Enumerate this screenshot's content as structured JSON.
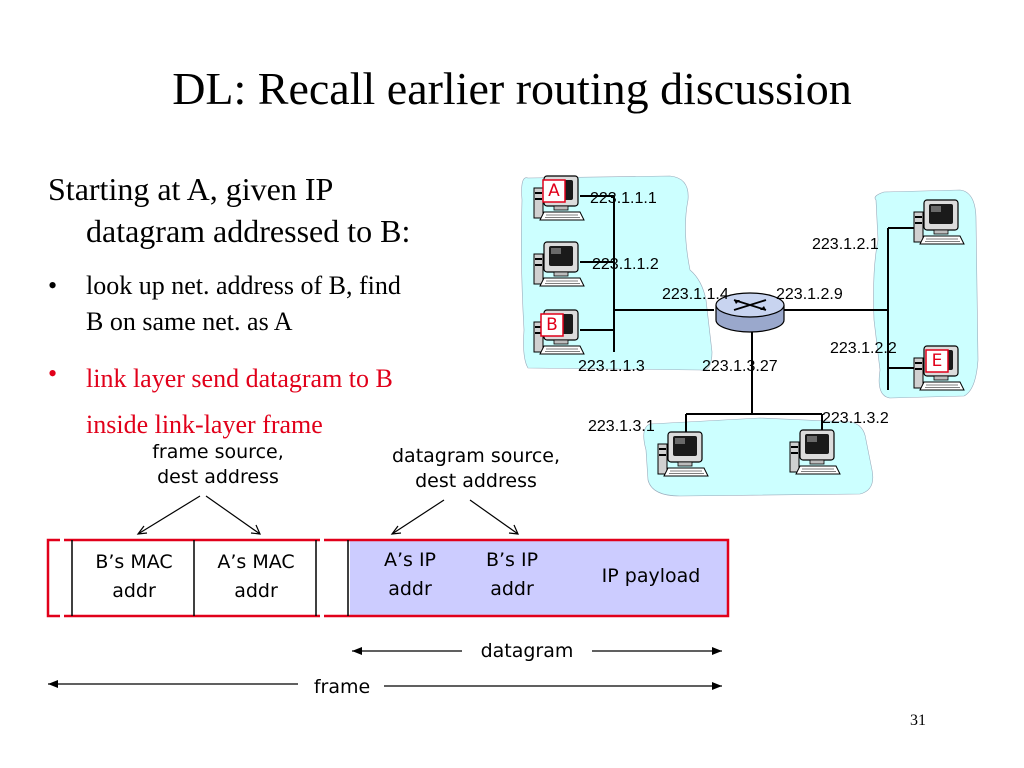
{
  "slide": {
    "title": "DL: Recall earlier routing discussion",
    "intro_line1": "Starting at A, given IP",
    "intro_line2": "datagram addressed to B:",
    "bullets": [
      {
        "line1": "look up net. address of B, find",
        "line2": "B on same net. as A",
        "color": "#000000"
      },
      {
        "line1": "link layer send datagram to B",
        "line2": "inside link-layer frame",
        "color": "#e1001a"
      }
    ],
    "bullet_symbol": "•",
    "page_number": "31"
  },
  "network": {
    "host_labels": {
      "a": "A",
      "b": "B",
      "e": "E"
    },
    "addresses": {
      "a": "223.1.1.1",
      "h2": "223.1.1.2",
      "router_if1": "223.1.1.4",
      "router_if2": "223.1.2.9",
      "b": "223.1.1.3",
      "router_if3": "223.1.3.27",
      "h_top_right": "223.1.2.1",
      "e": "223.1.2.2",
      "h_bottom_left": "223.1.3.1",
      "h_bottom_right": "223.1.3.2"
    },
    "cloud_color": "#ccffff",
    "router_color": "#c8d4f0"
  },
  "frame": {
    "annotation_left_1": "frame source,",
    "annotation_left_2": "dest address",
    "annotation_right_1": "datagram source,",
    "annotation_right_2": "dest address",
    "fields": {
      "b_mac_1": "B’s MAC",
      "b_mac_2": "addr",
      "a_mac_1": "A’s MAC",
      "a_mac_2": "addr",
      "a_ip_1": "A’s IP",
      "a_ip_2": "addr",
      "b_ip_1": "B’s IP",
      "b_ip_2": "addr",
      "payload": "IP payload"
    },
    "datagram_label": "datagram",
    "frame_label": "frame",
    "frame_border_color": "#e1001a",
    "datagram_fill": "#ccccff"
  }
}
